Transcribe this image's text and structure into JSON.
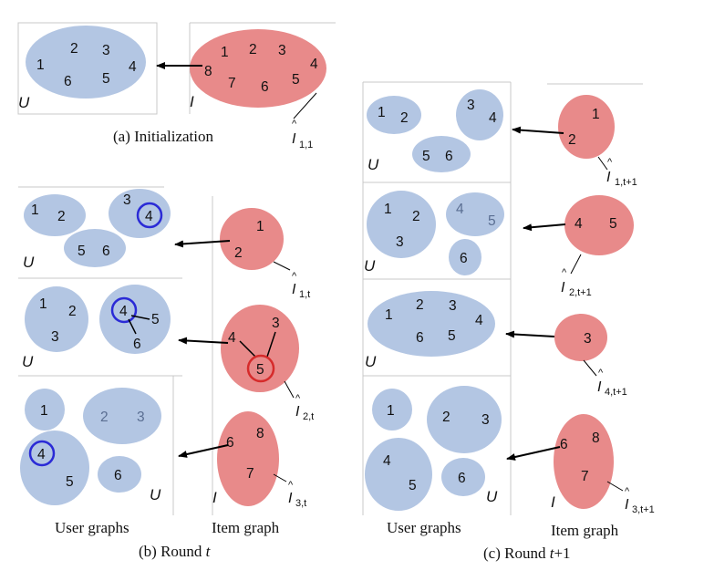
{
  "set_user": "U",
  "set_item": "I",
  "hat_symbol": "I",
  "nodes": [
    "1",
    "2",
    "3",
    "4",
    "5",
    "6",
    "7",
    "8"
  ],
  "captions": {
    "a": "(a) Initialization",
    "b_prefix": "(b) Round ",
    "b_var": "t",
    "c_prefix": "(c) Round ",
    "c_var": "t",
    "c_suffix": "+1",
    "user_graphs": "User graphs",
    "item_graph": "Item graph"
  },
  "hat_subscripts": {
    "a": "1,1",
    "b1": "1,t",
    "b2": "2,t",
    "b3": "3,t",
    "c1": "1,t+1",
    "c2": "2,t+1",
    "c3": "4,t+1",
    "c4": "3,t+1"
  },
  "colors": {
    "user_cluster": "#b3c6e3",
    "item_cluster": "#e88a8a",
    "highlight_user": "#2b2bd6",
    "highlight_item": "#d62b2b",
    "frame": "#c8c8c8",
    "faded_label": "#5a6e92"
  }
}
